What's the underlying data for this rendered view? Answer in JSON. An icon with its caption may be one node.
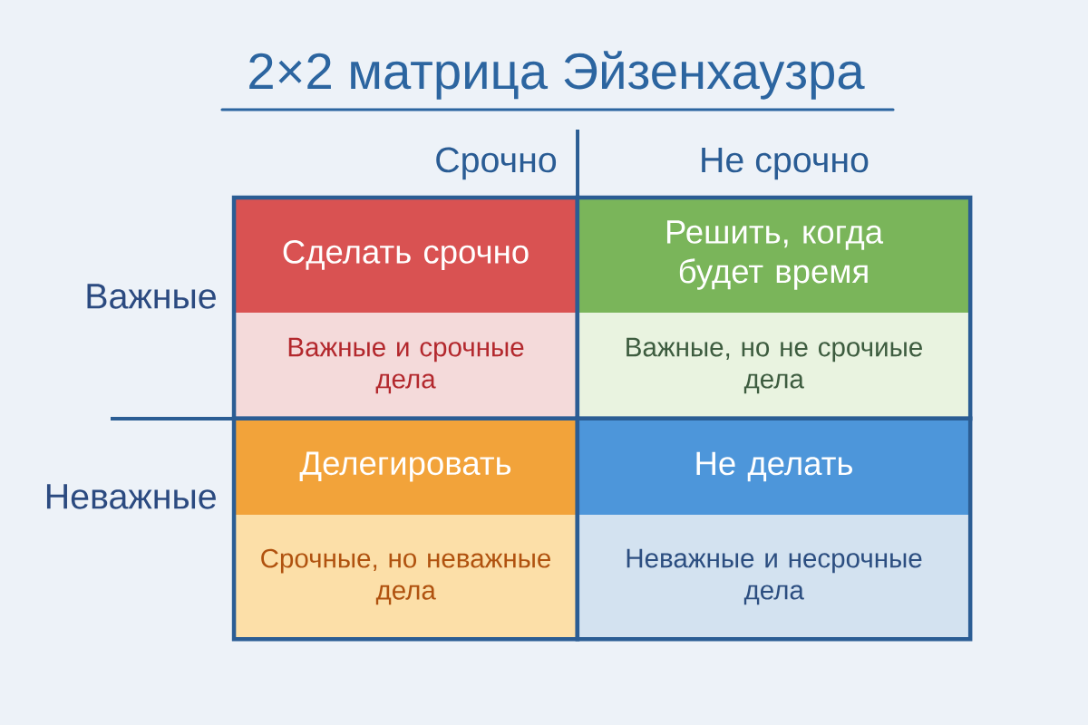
{
  "diagram": {
    "title": "2×2 матрица Эйзенхаузра",
    "nodes": [
      {
        "text": [
          "Сделать срочно",
          "Важные и срочные дела"
        ]
      },
      {
        "text": [
          "Решить, когда будет время",
          "Важные, но не срочиые дела"
        ]
      },
      {
        "text": [
          "Делегировать",
          "Срочные, но неважные дела"
        ]
      },
      {
        "text": [
          "Не делать",
          "Неважные и несрочные дела"
        ]
      }
    ],
    "labels": [
      "Срочно",
      "Не срочно",
      "Важные",
      "Неважные"
    ]
  }
}
